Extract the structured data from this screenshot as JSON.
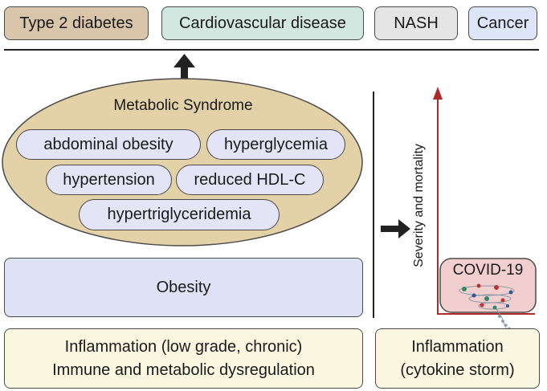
{
  "outcomes": [
    {
      "label": "Type 2 diabetes",
      "color": "#d8c5aa"
    },
    {
      "label": "Cardiovascular disease",
      "color": "#d2e7e0"
    },
    {
      "label": "NASH",
      "color": "#e5e5e5"
    },
    {
      "label": "Cancer",
      "color": "#dde6f7"
    }
  ],
  "metabolic_syndrome": {
    "title": "Metabolic Syndrome",
    "fill": "#e3d1a8",
    "components": [
      "abdominal obesity",
      "hyperglycemia",
      "hypertension",
      "reduced HDL-C",
      "hypertriglyceridemia"
    ]
  },
  "obesity": {
    "label": "Obesity",
    "color": "#dfe2f6"
  },
  "bottom_left": {
    "line1": "Inflammation (low grade, chronic)",
    "line2": "Immune and metabolic dysregulation",
    "color": "#faf7e1"
  },
  "bottom_right": {
    "line1": "Inflammation",
    "line2": "(cytokine storm)",
    "color": "#faf7e1"
  },
  "covid": {
    "label": "COVID-19",
    "color": "#f1cfcf",
    "axis_label": "Severity and mortality",
    "axis_color": "#b02a2a"
  }
}
